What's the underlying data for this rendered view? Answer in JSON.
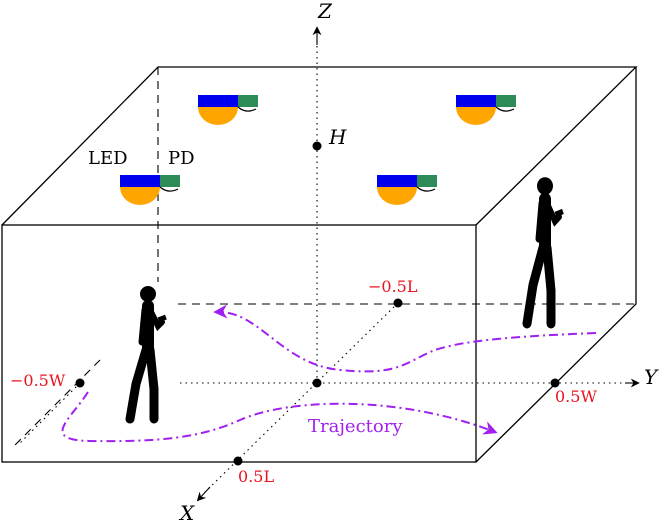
{
  "labels": {
    "axis_x": "X",
    "axis_y": "Y",
    "axis_z": "Z",
    "height": "H",
    "led": "LED",
    "pd": "PD",
    "neg_half_L": "−0.5L",
    "half_L": "0.5L",
    "neg_half_W": "−0.5W",
    "half_W": "0.5W",
    "trajectory": "Trajectory"
  },
  "colors": {
    "led_blue": "#0000ee",
    "led_orange": "#ffa500",
    "pd_green": "#2e8b57",
    "axis_value_red": "#e8141e",
    "trajectory_purple": "#a020f0",
    "line_black": "#000000"
  },
  "icons": {
    "person": "walking-person-with-phone-icon",
    "fixture": "led-pd-fixture-icon"
  }
}
